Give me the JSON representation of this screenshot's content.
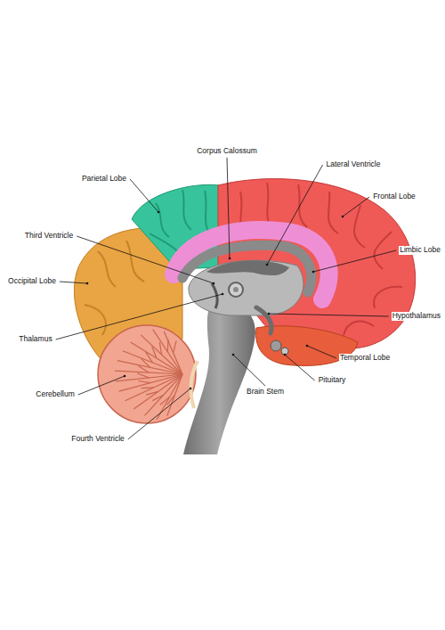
{
  "diagram": {
    "labels": [
      "Corpus Calossum",
      "Parietal Lobe",
      "Lateral Ventricle",
      "Frontal Lobe",
      "Third Ventricle",
      "Limbic Lobe",
      "Occipital Lobe",
      "Hypothalamus",
      "Thalamus",
      "Temporal Lobe",
      "Pituitary",
      "Cerebellum",
      "Brain Stem",
      "Fourth Ventricle"
    ]
  }
}
